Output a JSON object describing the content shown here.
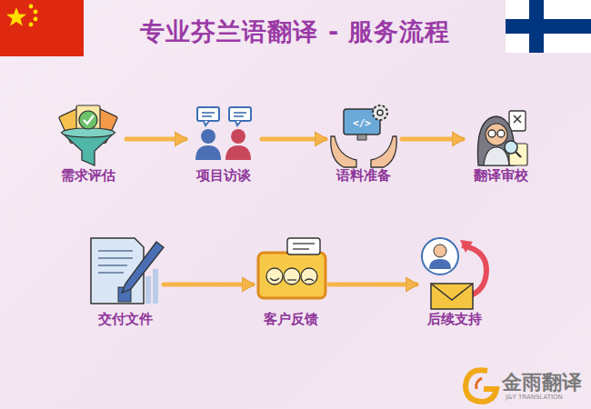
{
  "diagram": {
    "title": "专业芬兰语翻译 - 服务流程",
    "nodes": [
      {
        "text": [
          "需求评估"
        ]
      },
      {
        "text": [
          "项目访谈"
        ]
      },
      {
        "text": [
          "语料准备"
        ]
      },
      {
        "text": [
          "翻译审校"
        ]
      },
      {
        "text": [
          "交付文件"
        ]
      },
      {
        "text": [
          "客户反馈"
        ]
      },
      {
        "text": [
          "后续支持"
        ]
      }
    ],
    "edges": [
      {
        "from": 0,
        "to": 1,
        "arrow": "to"
      },
      {
        "from": 1,
        "to": 2,
        "arrow": "to"
      },
      {
        "from": 2,
        "to": 3,
        "arrow": "to"
      },
      {
        "from": 4,
        "to": 5,
        "arrow": "to"
      },
      {
        "from": 5,
        "to": 6,
        "arrow": "to"
      }
    ],
    "labels": [
      "金雨翻译",
      "J&Y TRANSLATION"
    ]
  }
}
